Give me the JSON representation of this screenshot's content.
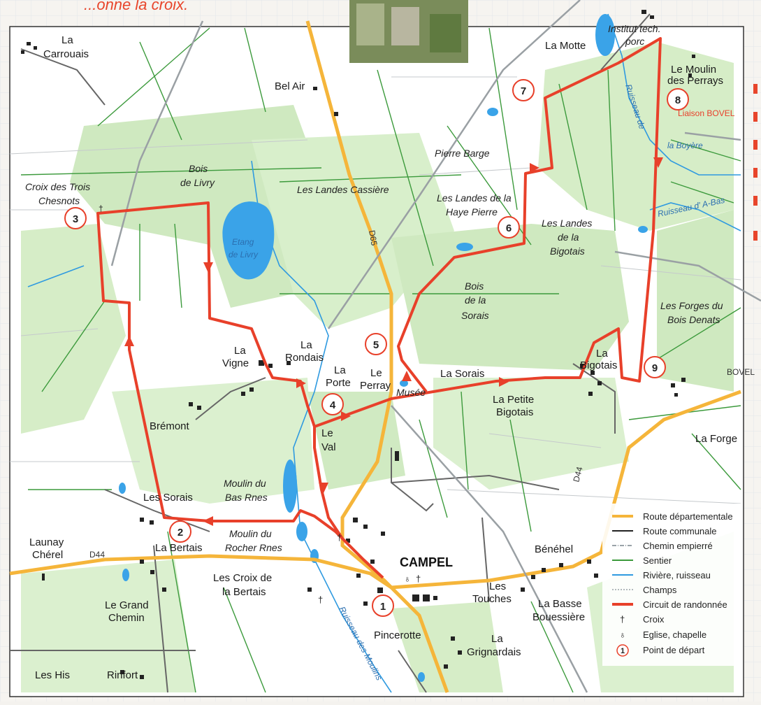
{
  "corner_text": "...onne la croix.",
  "places": {
    "la_carrouais": [
      "La",
      "Carrouais"
    ],
    "bel_air": "Bel Air",
    "la_motte": "La Motte",
    "institut": [
      "Institut tech.",
      "porc"
    ],
    "moulin_perrays": [
      "Le Moulin",
      "des Perrays"
    ],
    "liaison_bovel": "Liaison BOVEL",
    "pierre_barge": "Pierre Barge",
    "bois_livry": [
      "Bois",
      "de Livry"
    ],
    "croix_trois": [
      "Croix des Trois",
      "Chesnots"
    ],
    "landes_cassiere": "Les Landes  Cassière",
    "landes_haye": [
      "Les Landes de la",
      "Haye Pierre"
    ],
    "landes_bigotais": [
      "Les Landes",
      "de la",
      "Bigotais"
    ],
    "etang": [
      "Etang",
      "de Livry"
    ],
    "bois_sorais": [
      "Bois",
      "de la",
      "Sorais"
    ],
    "forges": [
      "Les Forges du",
      "Bois Denats"
    ],
    "la_vigne": [
      "La",
      "Vigne"
    ],
    "la_rondais": [
      "La",
      "Rondais"
    ],
    "la_porte": [
      "La",
      "Porte"
    ],
    "le_perray": [
      "Le",
      "Perray"
    ],
    "musee": "Musée",
    "la_sorais": "La Sorais",
    "la_bigotais": [
      "La",
      "Bigotais"
    ],
    "petite_bigotais": [
      "La Petite",
      "Bigotais"
    ],
    "bovel": "BOVEL",
    "bremont": "Brémont",
    "le_val": [
      "Le",
      "Val"
    ],
    "la_forge": "La Forge",
    "moulin_bas": [
      "Moulin du",
      "Bas Rnes"
    ],
    "les_sorais": "Les Sorais",
    "moulin_rocher": [
      "Moulin du",
      "Rocher Rnes"
    ],
    "la_bertais": "La Bertais",
    "launay": [
      "Launay",
      "Chérel"
    ],
    "croix_bertais": [
      "Les Croix de",
      "la Bertais"
    ],
    "campel": "CAMPEL",
    "benehel": "Bénéhel",
    "les_touches": [
      "Les",
      "Touches"
    ],
    "basse_bouessiere": [
      "La Basse",
      "Bouessière"
    ],
    "grand_chemin": [
      "Le Grand",
      "Chemin"
    ],
    "pincerotte": "Pincerotte",
    "grignardais": [
      "La",
      "Grignardais"
    ],
    "les_his": "Les His",
    "rinfort": "Rinfort",
    "ruisseau_de": "Ruisseau de",
    "la_boyere": "la Boyère",
    "ruisseau_a_bas": "Ruisseau d' A-Bas",
    "ruisseau_moulins": "Ruisseau des Moulins"
  },
  "roads": {
    "d65": "D65",
    "d44_east": "D44",
    "d44_west": "D44"
  },
  "waypoints": [
    "1",
    "2",
    "3",
    "4",
    "5",
    "6",
    "7",
    "8",
    "9"
  ],
  "legend": [
    {
      "label": "Route départementale",
      "color": "#f5b53a",
      "style": "road"
    },
    {
      "label": "Route communale",
      "color": "#222222",
      "style": "line"
    },
    {
      "label": "Chemin empierré",
      "color": "#9aa3a8",
      "style": "dashdot"
    },
    {
      "label": "Sentier",
      "color": "#3c9a3c",
      "style": "line"
    },
    {
      "label": "Rivière, ruisseau",
      "color": "#2f9ae0",
      "style": "line"
    },
    {
      "label": "Champs",
      "color": "#9aa3a8",
      "style": "dotted"
    },
    {
      "label": "Circuit de randonnée",
      "color": "#e8402a",
      "style": "thick"
    },
    {
      "label": "Croix",
      "symbol": "†"
    },
    {
      "label": "Eglise, chapelle",
      "symbol": "♁"
    },
    {
      "label": "Point de départ",
      "symbol": "1"
    }
  ],
  "colors": {
    "route": "#e8402a",
    "water": "#3aa3e8",
    "forest": "#cfe9c0",
    "path": "#3c9a3c",
    "departmental": "#f5b53a"
  }
}
